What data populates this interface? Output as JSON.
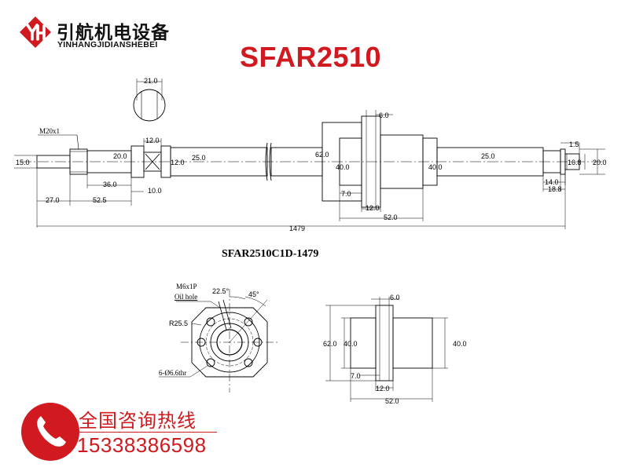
{
  "brand": {
    "name_cn": "引航机电设备",
    "name_en": "YINHANGJIDIANSHEBEI",
    "logo_icon": "yh-logo-icon",
    "color": "#d01a1f"
  },
  "model": "SFAR2510",
  "part_number": "SFAR2510C1D-1479",
  "main_view": {
    "thread_label": "M20x1",
    "dims": {
      "top_end_dia": "21.0",
      "left_end_dia": "15.0",
      "step_dia": "20.0",
      "bearing_seat_width": "12.0",
      "bearing_seat_dia": "12.0",
      "shaft_dia_left": "25.0",
      "flange_width": "6.0",
      "flange_dia": "62.0",
      "nut_dia_left": "40.0",
      "nut_dia_right": "40.0",
      "shaft_dia_right": "25.0",
      "right_groove": "1.5",
      "right_end_dia_a": "16.8",
      "right_end_dia_b": "20.0",
      "len_36": "36.0",
      "len_10": "10.0",
      "len_27": "27.0",
      "len_52_5": "52.5",
      "nut_7": "7.0",
      "nut_12": "12.0",
      "nut_len": "52.0",
      "right_14": "14.0",
      "right_18_8": "18.8",
      "total_length": "1479"
    }
  },
  "end_view": {
    "oil_hole_thread": "M6x1P",
    "oil_hole_label": "Oil hole",
    "angle_a": "22.5°",
    "angle_b": "45°",
    "radius": "R25.5",
    "holes": "6-Ø6.6thr"
  },
  "nut_side_view": {
    "flange_width": "6.0",
    "flange_dia": "62.0",
    "nut_dia_left": "40.0",
    "nut_dia_right": "40.0",
    "dim_7": "7.0",
    "dim_12": "12.0",
    "dim_len": "52.0"
  },
  "hotline": {
    "label": "全国咨询热线",
    "number": "15338386598",
    "icon": "phone-icon"
  }
}
